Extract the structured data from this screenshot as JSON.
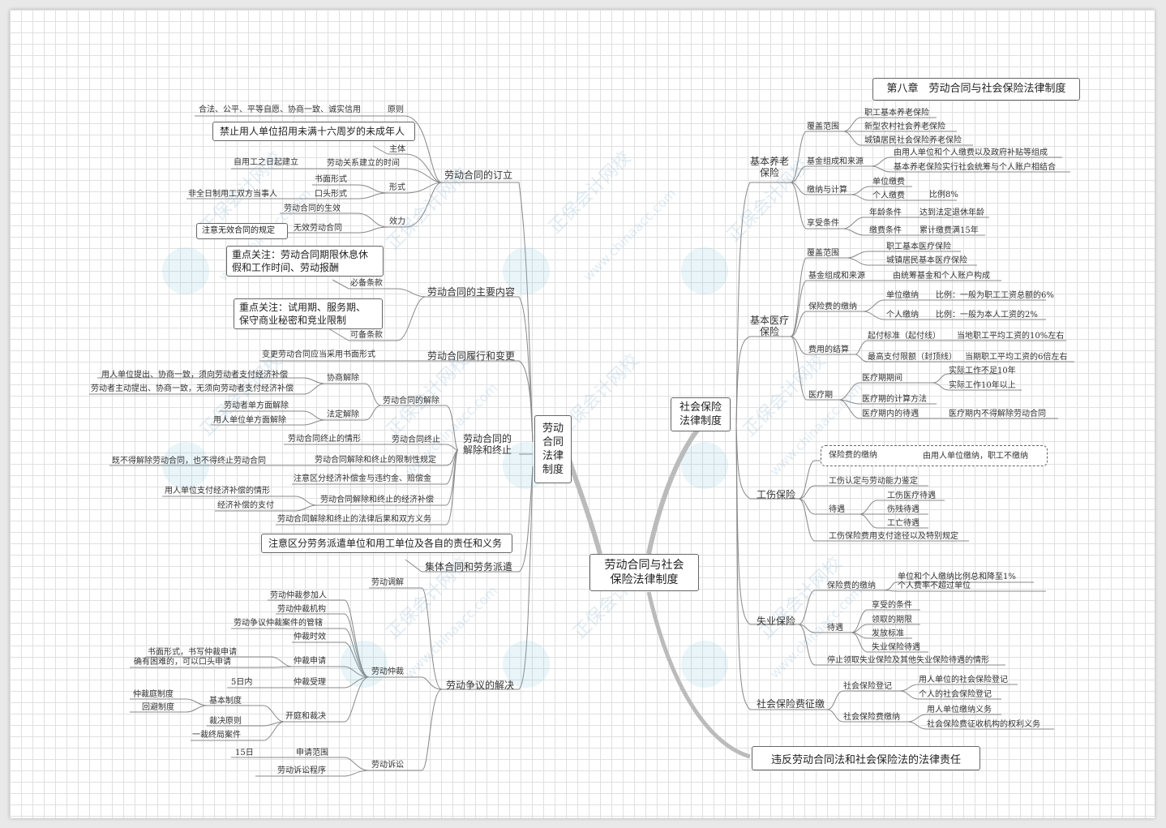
{
  "chapter_title": "第八章　劳动合同与社会保险法律制度",
  "center": "劳动合同与社会\n保险法律制度",
  "right_top": "社会保险\n法律制度",
  "right_bottom": "违反劳动合同法和社会保险法的法律责任",
  "left_top": "劳动\n合同\n法律\n制度",
  "L": {
    "dingli": "劳动合同的订立",
    "yuanze": "原则",
    "yuanze_v": "合法、公平、平等自愿、协商一致、诚实信用",
    "zhuti": "主体",
    "zhuti_note": "禁止用人单位招用未满十六周岁的未成年人",
    "jianli": "劳动关系建立的时间",
    "jianli_v": "自用工之日起建立",
    "xingshi": "形式",
    "shumian": "书面形式",
    "koutou": "口头形式",
    "koutou_v": "非全日制用工双方当事人",
    "xiaoli": "效力",
    "shengxiao": "劳动合同的生效",
    "wuxiao": "无效劳动合同",
    "wuxiao_note": "注意无效合同的规定",
    "neirong": "劳动合同的主要内容",
    "bibei": "必备条款",
    "bibei_note": "重点关注：劳动合同期限休息休\n假和工作时间、劳动报酬",
    "kebei": "可备条款",
    "kebei_note": "重点关注：试用期、服务期、\n保守商业秘密和竞业限制",
    "lvxing": "劳动合同履行和变更",
    "lvxing_v": "变更劳动合同应当采用书面形式",
    "jiechu_zz": "劳动合同的\n解除和终止",
    "jiechu": "劳动合同的解除",
    "xieshang": "协商解除",
    "xieshang_v1": "用人单位提出、协商一致，须向劳动者支付经济补偿",
    "xieshang_v2": "劳动者主动提出、协商一致，无须向劳动者支付经济补偿",
    "fading": "法定解除",
    "fading_v1": "劳动者单方面解除",
    "fading_v2": "用人单位单方面解除",
    "zhongzhi": "劳动合同终止",
    "zhongzhi_v": "劳动合同终止的情形",
    "xianzhi": "劳动合同解除和终止的限制性规定",
    "xianzhi_v": "既不得解除劳动合同，也不得终止劳动合同",
    "quhfen": "注意区分经济补偿金与违约金、赔偿金",
    "buchang": "劳动合同解除和终止的经济补偿",
    "buchang_v1": "用人单位支付经济补偿的情形",
    "buchang_v2": "经济补偿的支付",
    "houguo": "劳动合同解除和终止的法律后果和双方义务",
    "paiqian_note": "注意区分劳务派遣单位和用工单位及各自的责任和义务",
    "paiqian": "集体合同和劳务派遣",
    "zhengyi": "劳动争议的解决",
    "tiaojie": "劳动调解",
    "zhongcai": "劳动仲裁",
    "zc1": "劳动仲裁参加人",
    "zc2": "劳动仲裁机构",
    "zc3": "劳动争议仲裁案件的管辖",
    "zc4": "仲裁时效",
    "zc5": "仲裁申请",
    "zc5_v1": "书面形式，书写仲裁申请",
    "zc5_v2": "确有困难的，可以口头申请",
    "zc6": "仲裁受理",
    "zc6_v": "5日内",
    "zc7": "开庭和裁决",
    "jiben": "基本制度",
    "jiben_v1": "仲裁庭制度",
    "jiben_v2": "回避制度",
    "caijue": "裁决原则",
    "yicai": "一裁终局案件",
    "susong": "劳动诉讼",
    "ss1": "申请范围",
    "ss1_v": "15日",
    "ss2": "劳动诉讼程序"
  },
  "R": {
    "yanglao": "基本养老\n保险",
    "fg": "覆盖范围",
    "fg1": "职工基本养老保险",
    "fg2": "新型农村社会养老保险",
    "fg3": "城镇居民社会保险养老保险",
    "jj": "基金组成和来源",
    "jj1": "由用人单位和个人缴费以及政府补贴等组成",
    "jj2": "基本养老保险实行社会统筹与个人账户相结合",
    "jn": "缴纳与计算",
    "jn1": "单位缴费",
    "jn2": "个人缴费",
    "jn2_v": "比例8%",
    "xs": "享受条件",
    "xs1": "年龄条件",
    "xs1_v": "达到法定退休年龄",
    "xs2": "缴费条件",
    "xs2_v": "累计缴费满15年",
    "yiliao": "基本医疗\n保险",
    "yfg": "覆盖范围",
    "yfg1": "职工基本医疗保险",
    "yfg2": "城镇居民基本医疗保险",
    "yjj": "基金组成和来源",
    "yjj_v": "由统筹基金和个人账户构成",
    "yjn": "保险费的缴纳",
    "yjn1": "单位缴纳",
    "yjn1_v": "比例：一般为职工工资总额的6%",
    "yjn2": "个人缴纳",
    "yjn2_v": "比例：一般为本人工资的2%",
    "yjs": "费用的结算",
    "yjs1": "起付标准（起付线）",
    "yjs1_v": "当地职工平均工资的10%左右",
    "yjs2": "最高支付限额（封顶线）",
    "yjs2_v": "当期职工平均工资的6倍左右",
    "ylq": "医疗期",
    "ylq1": "医疗期期间",
    "ylq1_v1": "实际工作不足10年",
    "ylq1_v2": "实际工作10年以上",
    "ylq2": "医疗期的计算方法",
    "ylq3": "医疗期内的待遇",
    "ylq3_v": "医疗期内不得解除劳动合同",
    "gongshang": "工伤保险",
    "gs1": "保险费的缴纳",
    "gs1_v": "由用人单位缴纳，职工不缴纳",
    "gs2": "工伤认定与劳动能力鉴定",
    "gs3": "待遇",
    "gs3_1": "工伤医疗待遇",
    "gs3_2": "伤残待遇",
    "gs3_3": "工亡待遇",
    "gs4": "工伤保险费用支付途径以及特别规定",
    "shiye": "失业保险",
    "sy1": "保险费的缴纳",
    "sy1_v1": "单位和个人缴纳比例总和降至1%",
    "sy1_v2": "个人费率不超过单位",
    "sy2": "待遇",
    "sy2_1": "享受的条件",
    "sy2_2": "领取的期限",
    "sy2_3": "发放标准",
    "sy2_4": "失业保险待遇",
    "sy3": "停止领取失业保险及其他失业保险待遇的情形",
    "zhengjiao": "社会保险费征缴",
    "zj1": "社会保险登记",
    "zj1_1": "用人单位的社会保险登记",
    "zj1_2": "个人的社会保险登记",
    "zj2": "社会保险费缴纳",
    "zj2_1": "用人单位缴纳义务",
    "zj2_2": "社会保险费征收机构的权利义务"
  },
  "watermark": "正保会计网校",
  "watermark2": "www.chinaacc.com"
}
